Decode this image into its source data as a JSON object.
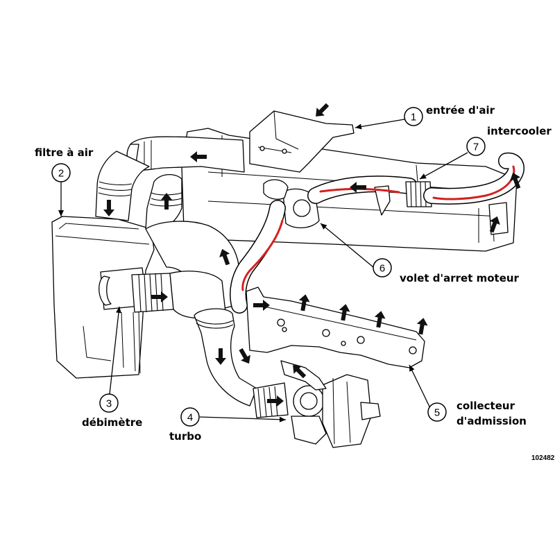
{
  "labels": {
    "entree_air": "entrée d'air",
    "intercooler": "intercooler",
    "filtre_air": "filtre à air",
    "volet": "volet  d'arret  moteur",
    "debimetre": "débimètre",
    "turbo": "turbo",
    "collecteur_1": "collecteur",
    "collecteur_2": "d'admission",
    "reference": "102482"
  },
  "callouts": {
    "c1": "1",
    "c2": "2",
    "c3": "3",
    "c4": "4",
    "c5": "5",
    "c6": "6",
    "c7": "7"
  },
  "colors": {
    "flow_path": "#d42020",
    "line": "#000000",
    "background": "#ffffff"
  }
}
